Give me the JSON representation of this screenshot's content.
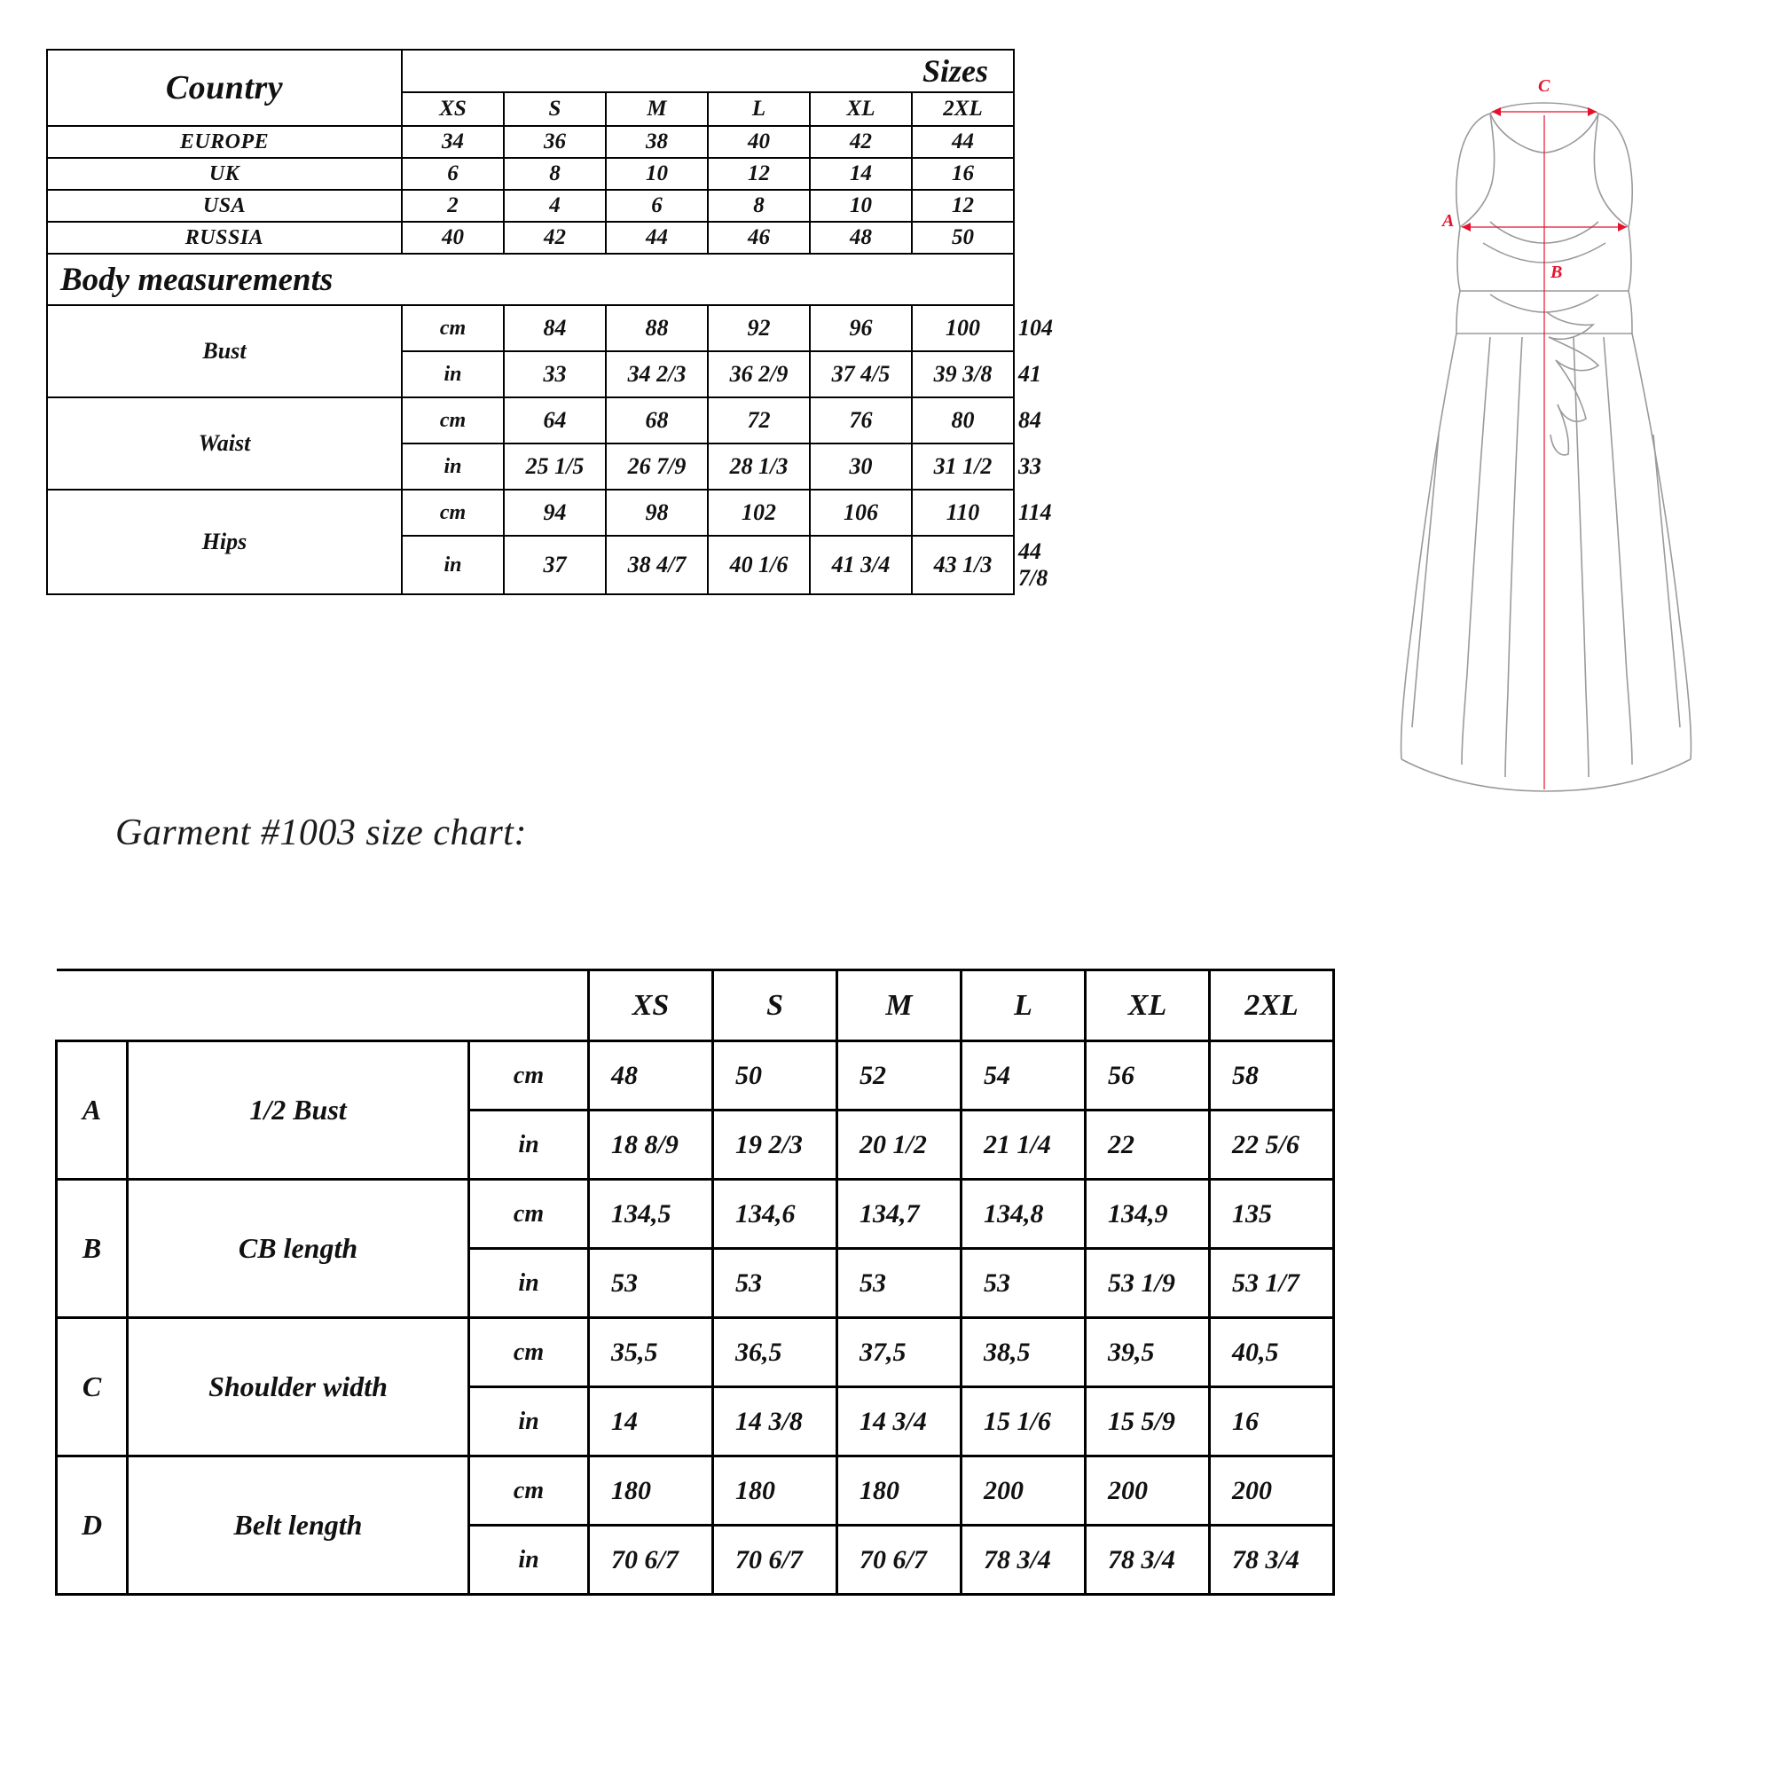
{
  "top_table": {
    "country_header": "Country",
    "sizes_header": "Sizes",
    "size_labels": [
      "XS",
      "S",
      "M",
      "L",
      "XL",
      "2XL"
    ],
    "country_rows": [
      {
        "country": "EUROPE",
        "values": [
          "34",
          "36",
          "38",
          "40",
          "42",
          "44"
        ]
      },
      {
        "country": "UK",
        "values": [
          "6",
          "8",
          "10",
          "12",
          "14",
          "16"
        ]
      },
      {
        "country": "USA",
        "values": [
          "2",
          "4",
          "6",
          "8",
          "10",
          "12"
        ]
      },
      {
        "country": "RUSSIA",
        "values": [
          "40",
          "42",
          "44",
          "46",
          "48",
          "50"
        ]
      }
    ],
    "body_measurements_header": "Body measurements",
    "unit_cm": "cm",
    "unit_in": "in",
    "measurements": [
      {
        "name": "Bust",
        "cm": [
          "84",
          "88",
          "92",
          "96",
          "100",
          "104"
        ],
        "in": [
          "33",
          "34 2/3",
          "36 2/9",
          "37 4/5",
          "39 3/8",
          "41"
        ]
      },
      {
        "name": "Waist",
        "cm": [
          "64",
          "68",
          "72",
          "76",
          "80",
          "84"
        ],
        "in": [
          "25 1/5",
          "26 7/9",
          "28 1/3",
          "30",
          "31 1/2",
          "33"
        ]
      },
      {
        "name": "Hips",
        "cm": [
          "94",
          "98",
          "102",
          "106",
          "110",
          "114"
        ],
        "in": [
          "37",
          "38 4/7",
          "40 1/6",
          "41 3/4",
          "43 1/3",
          "44 7/8"
        ]
      }
    ]
  },
  "garment_heading": "Garment #1003 size chart:",
  "bottom_table": {
    "size_labels": [
      "XS",
      "S",
      "M",
      "L",
      "XL",
      "2XL"
    ],
    "unit_cm": "cm",
    "unit_in": "in",
    "rows": [
      {
        "letter": "A",
        "name": "1/2 Bust",
        "cm": [
          "48",
          "50",
          "52",
          "54",
          "56",
          "58"
        ],
        "in": [
          "18 8/9",
          "19 2/3",
          "20 1/2",
          "21 1/4",
          "22",
          "22 5/6"
        ]
      },
      {
        "letter": "B",
        "name": "CB length",
        "cm": [
          "134,5",
          "134,6",
          "134,7",
          "134,8",
          "134,9",
          "135"
        ],
        "in": [
          "53",
          "53",
          "53",
          "53",
          "53 1/9",
          "53 1/7"
        ]
      },
      {
        "letter": "C",
        "name": "Shoulder width",
        "cm": [
          "35,5",
          "36,5",
          "37,5",
          "38,5",
          "39,5",
          "40,5"
        ],
        "in": [
          "14",
          "14 3/8",
          "14 3/4",
          "15 1/6",
          "15 5/9",
          "16"
        ]
      },
      {
        "letter": "D",
        "name": "Belt length",
        "cm": [
          "180",
          "180",
          "180",
          "200",
          "200",
          "200"
        ],
        "in": [
          "70 6/7",
          "70 6/7",
          "70 6/7",
          "78 3/4",
          "78 3/4",
          "78 3/4"
        ]
      }
    ]
  },
  "figure": {
    "markers": [
      {
        "id": "A",
        "label": "A"
      },
      {
        "id": "B",
        "label": "B"
      },
      {
        "id": "C",
        "label": "C"
      }
    ],
    "accent_color": "#e8112d",
    "outline_color": "#8a8a8a"
  }
}
